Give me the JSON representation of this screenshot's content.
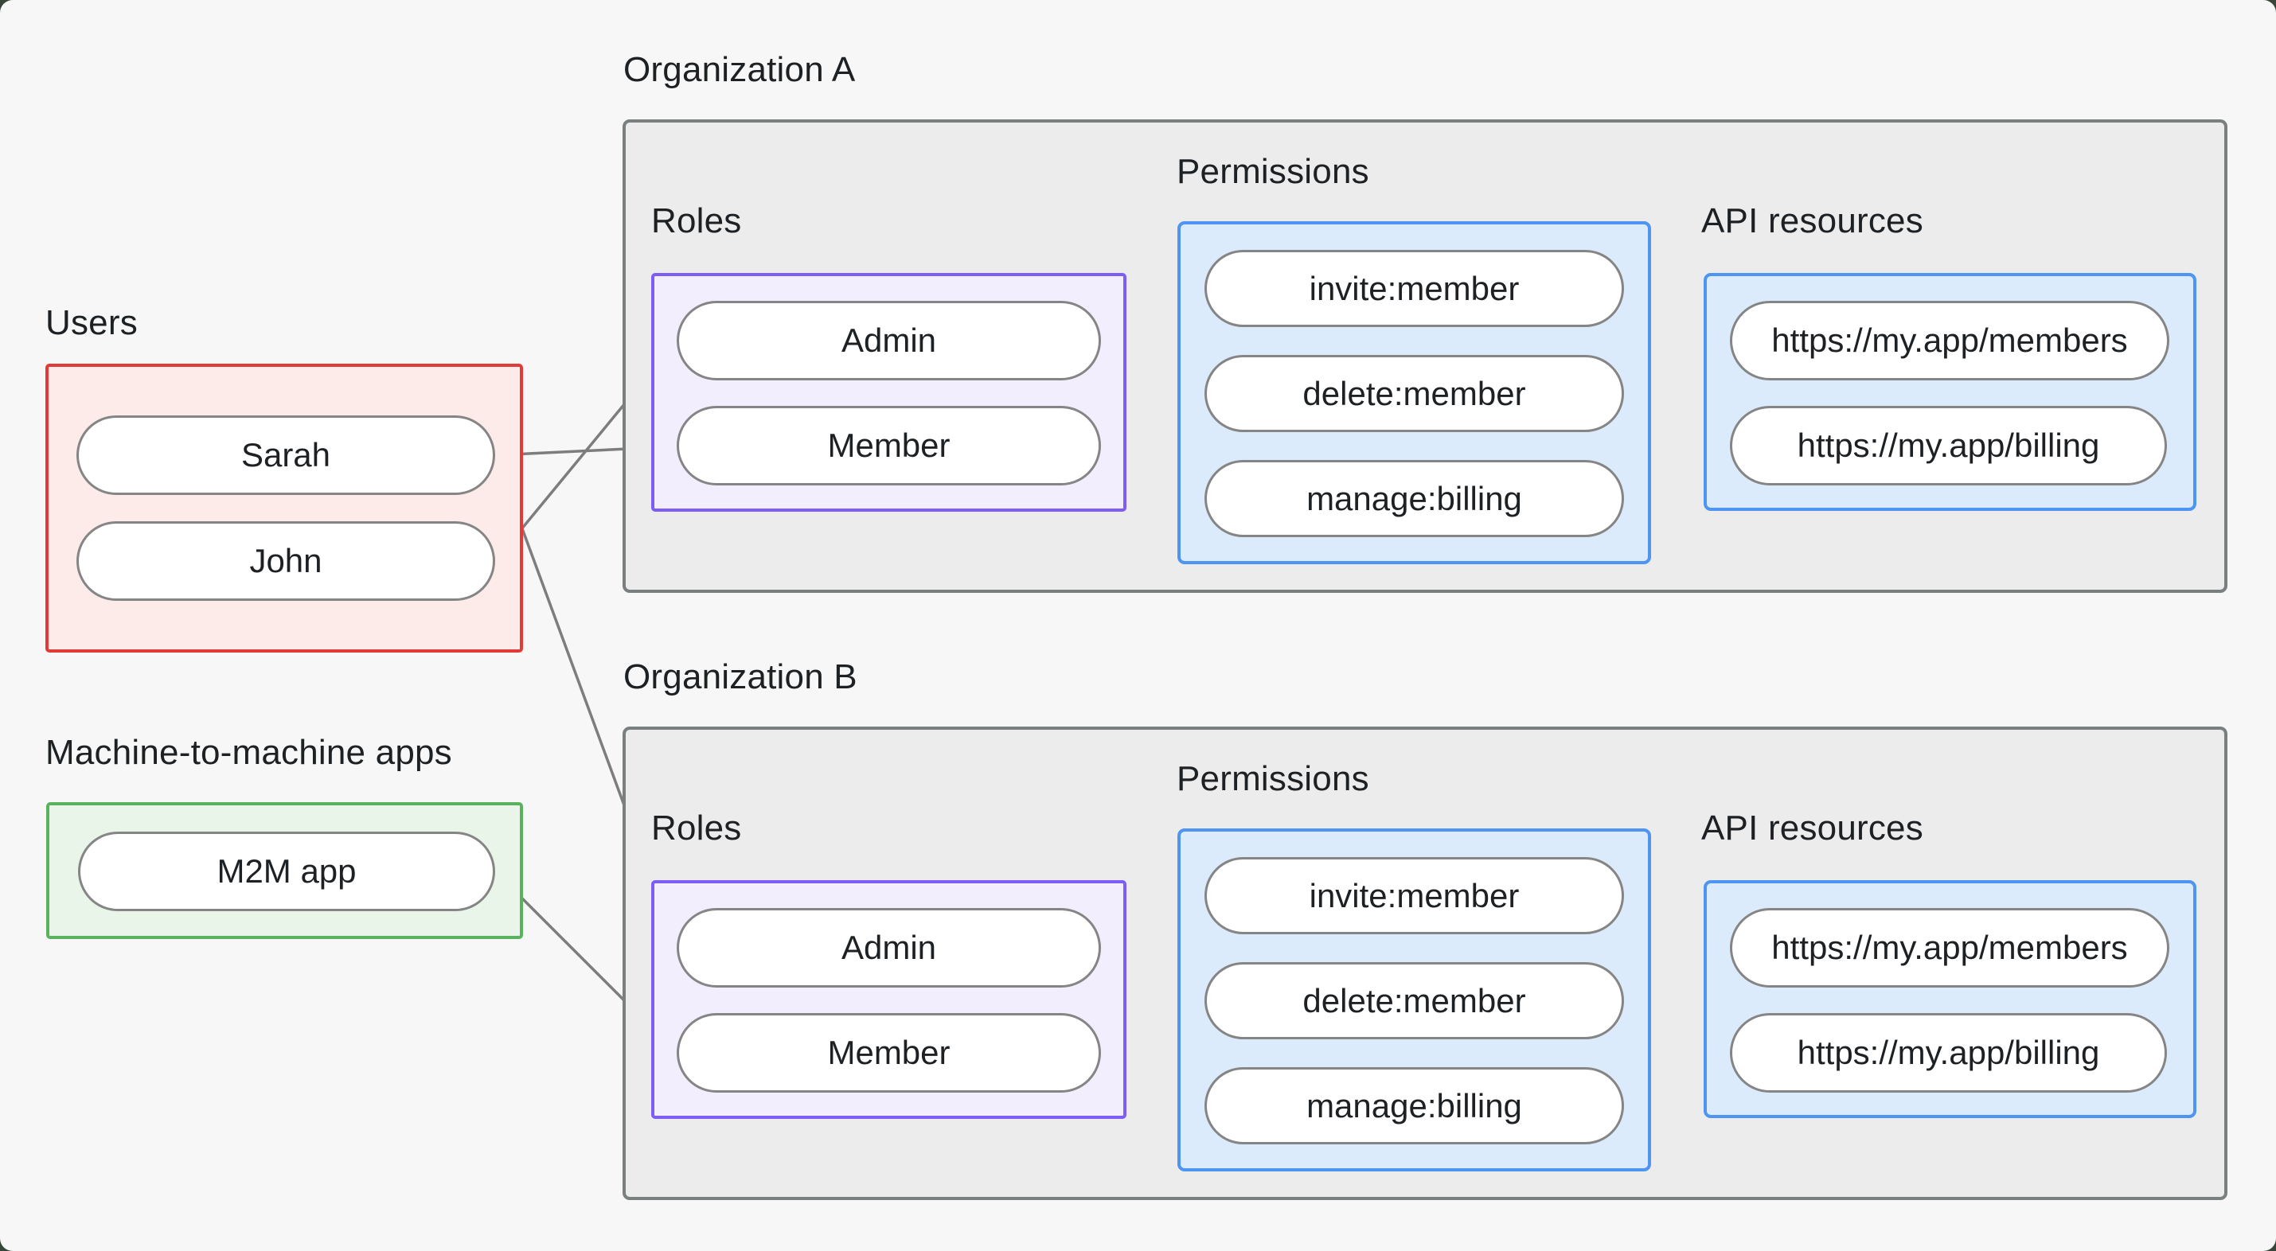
{
  "users_group": {
    "label": "Users",
    "items": [
      "Sarah",
      "John"
    ]
  },
  "m2m_group": {
    "label": "Machine-to-machine apps",
    "items": [
      "M2M app"
    ]
  },
  "org_a": {
    "label": "Organization A",
    "roles": {
      "label": "Roles",
      "items": [
        "Admin",
        "Member"
      ]
    },
    "permissions": {
      "label": "Permissions",
      "items": [
        "invite:member",
        "delete:member",
        "manage:billing"
      ]
    },
    "api": {
      "label": "API resources",
      "items": [
        "https://my.app/members",
        "https://my.app/billing"
      ]
    }
  },
  "org_b": {
    "label": "Organization B",
    "roles": {
      "label": "Roles",
      "items": [
        "Admin",
        "Member"
      ]
    },
    "permissions": {
      "label": "Permissions",
      "items": [
        "invite:member",
        "delete:member",
        "manage:billing"
      ]
    },
    "api": {
      "label": "API resources",
      "items": [
        "https://my.app/members",
        "https://my.app/billing"
      ]
    }
  },
  "connections": {
    "external": [
      {
        "from": "Sarah",
        "to": "Organization A / Member"
      },
      {
        "from": "John",
        "to": "Organization A / Admin"
      },
      {
        "from": "Sarah",
        "to": "Organization B / Admin"
      },
      {
        "from": "M2M app",
        "to": "Organization B / Member"
      }
    ],
    "within_each_org": [
      {
        "from": "Admin",
        "to": "invite:member"
      },
      {
        "from": "Admin",
        "to": "delete:member"
      },
      {
        "from": "Member",
        "to": "manage:billing"
      },
      {
        "from": "invite:member",
        "to": "https://my.app/members"
      },
      {
        "from": "delete:member",
        "to": "https://my.app/members"
      },
      {
        "from": "manage:billing",
        "to": "https://my.app/billing"
      }
    ]
  },
  "colors": {
    "background": "#f6f7f6",
    "desktop_behind": "#364639",
    "users_border": "#e23a36",
    "users_fill": "#fcebe9",
    "m2m_border": "#5bb25e",
    "m2m_fill": "#e9f5e9",
    "org_border": "#7a8080",
    "org_fill": "#ececed",
    "roles_border": "#7e5cf6",
    "roles_fill": "#f3eefd",
    "blue_border": "#4e95f2",
    "blue_fill": "#dcebfb",
    "edge": "#7d7d7d",
    "text": "#1e2124"
  }
}
